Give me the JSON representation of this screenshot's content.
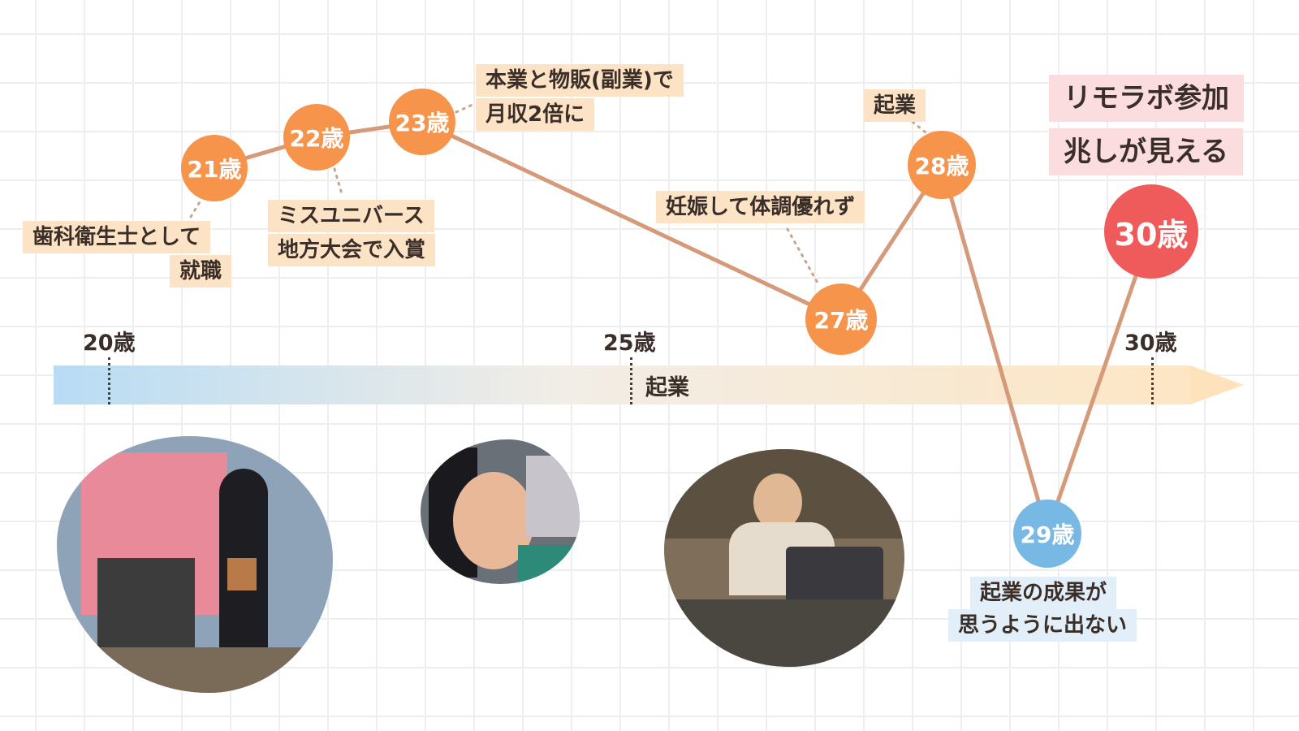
{
  "axis": {
    "ticks": [
      {
        "label": "20歳"
      },
      {
        "label": "25歳"
      },
      {
        "label": "30歳"
      }
    ],
    "center_label": "起業"
  },
  "nodes": [
    {
      "label": "21歳"
    },
    {
      "label": "22歳"
    },
    {
      "label": "23歳"
    },
    {
      "label": "27歳"
    },
    {
      "label": "28歳"
    },
    {
      "label": "29歳"
    },
    {
      "label": "30歳"
    }
  ],
  "notes": {
    "age21": [
      "歯科衛生士として",
      "就職"
    ],
    "age22": [
      "ミスユニバース",
      "地方大会で入賞"
    ],
    "age23": [
      "本業と物販(副業)で",
      "月収2倍に"
    ],
    "age27": "妊娠して体調優れず",
    "age28": "起業",
    "age29": [
      "起業の成果が",
      "思うように出ない"
    ],
    "age30": [
      "リモラボ参加",
      "兆しが見える"
    ]
  },
  "colors": {
    "node_orange": "#f7944c",
    "node_red": "#ef5a5a",
    "node_blue": "#78b8e4",
    "line": "#d49a7a",
    "note_orange": "#fde3c6",
    "note_pink": "#fbdde0",
    "note_blue": "#e2eff9"
  },
  "photos": [
    {
      "name": "photo-standing-woman"
    },
    {
      "name": "photo-portrait-smile"
    },
    {
      "name": "photo-woman-laptop"
    }
  ]
}
